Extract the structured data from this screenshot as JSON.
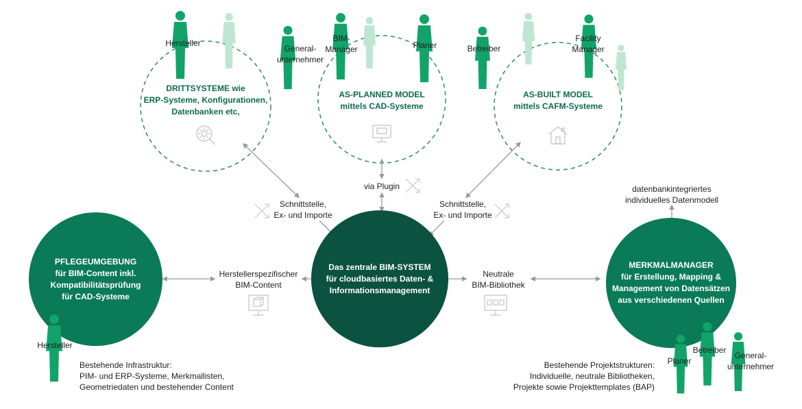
{
  "colors": {
    "main_circle": "#0b5240",
    "side_circle": "#0b7a57",
    "dashed": "#2e8a62",
    "person_dark": "#12a36a",
    "person_light": "#bfe6d2",
    "arrow": "#9a9a9a",
    "icon": "#c8c8c8",
    "text_green": "#0c6b4d"
  },
  "center": {
    "text": "Das zentrale BIM-SYSTEM\nfür cloudbasiertes Daten- &\nInformationsmanagement"
  },
  "left_circle": {
    "text": "PFLEGEUMGEBUNG\nfür BIM-Content inkl.\nKompatibilitätsprüfung\nfür CAD-Systeme"
  },
  "right_circle": {
    "text": "MERKMALMANAGER\nfür Erstellung, Mapping &\nManagement von Datensätzen\naus verschiedenen Quellen"
  },
  "dashed_circles": [
    {
      "text": "DRITTSYSTEME wie\nERP-Systeme, Konfigurationen,\nDatenbanken etc,",
      "icon": "gear-search-icon"
    },
    {
      "text": "AS-PLANNED MODEL\nmittels CAD-Systeme",
      "icon": "computer-monitor-icon"
    },
    {
      "text": "AS-BUILT MODEL\nmittels CAFM-Systeme",
      "icon": "house-icon"
    }
  ],
  "roles": {
    "hersteller_top": "Hersteller",
    "generalunternehmer_top": "General-\nunternehmer",
    "bim_manager": "BIM-\nManager",
    "planer_top": "Planer",
    "betreiber_top": "Betreiber",
    "facility_manager": "Facility\nManager",
    "hersteller_bottom": "Hersteller",
    "planer_bottom": "Planer",
    "betreiber_bottom": "Betreiber",
    "generalunternehmer_bottom": "General-\nunternehmer"
  },
  "connectors": {
    "schnittstelle_left": "Schnittstelle,\nEx- und Importe",
    "via_plugin": "via Plugin",
    "schnittstelle_right": "Schnittstelle,\nEx- und Importe",
    "herstellerspezifisch": "Herstellerspezifischer\nBIM-Content",
    "neutrale": "Neutrale\nBIM-Bibliothek",
    "datenbank": "datenbankintegriertes\nindividuelles Datenmodell"
  },
  "notes": {
    "infrastruktur": "Bestehende Infrastruktur:\nPIM- und ERP-Systeme, Merkmallisten,\nGeometriedaten und bestehender Content",
    "projektstrukturen": "Bestehende Projektstrukturen:\nIndividuelle, neutrale Bibliotheken,\nProjekte sowie Projekttemplates (BAP)"
  }
}
